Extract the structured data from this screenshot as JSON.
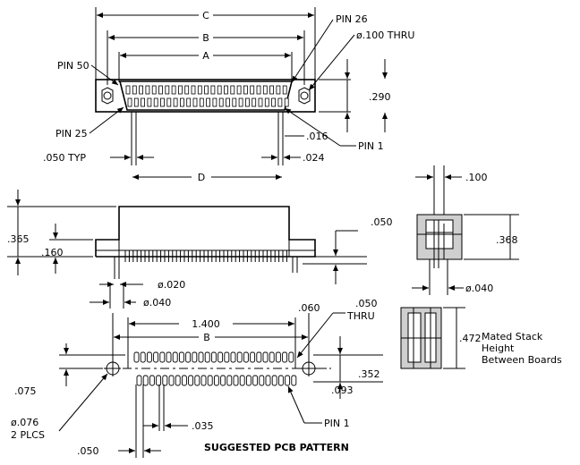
{
  "top_view": {
    "dim_c": "C",
    "dim_b": "B",
    "dim_a": "A",
    "dim_d": "D",
    "pin_26": "PIN 26",
    "thru_hole": "ø.100 THRU",
    "pin_50": "PIN 50",
    "pin_25": "PIN 25",
    "pin_1": "PIN 1",
    "height": ".290",
    "pin_width": ".016",
    "pitch": ".024",
    "pitch_typ": ".050 TYP"
  },
  "side_view": {
    "overall_height": ".365",
    "body_height": ".160",
    "tail": ".050",
    "pin_dia": "ø.020",
    "post_dia": "ø.040"
  },
  "end_view": {
    "width": ".100",
    "height": ".368",
    "post_dia": "ø.040"
  },
  "mated_view": {
    "stack_height": ".472",
    "caption_line1": "Mated Stack",
    "caption_line2": "Height",
    "caption_line3": "Between Boards"
  },
  "pcb_pattern": {
    "span": "1.400",
    "dim_b": "B",
    "pad_offset": ".060",
    "thru": ".050",
    "thru_label": "THRU",
    "row_spacing": ".352",
    "edge_offset": ".093",
    "hole_offset": ".075",
    "mount_hole": "ø.076",
    "mount_qty": "2 PLCS",
    "pad_pitch": ".035",
    "pitch": ".050",
    "pin_1": "PIN 1",
    "caption": "SUGGESTED PCB PATTERN"
  }
}
